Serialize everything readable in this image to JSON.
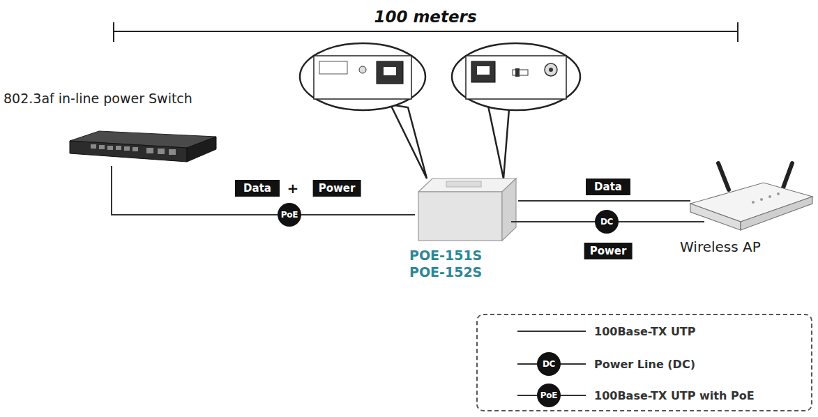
{
  "diagram": {
    "nodes": [
      {
        "text": [
          "802.3af in-line power Switch"
        ]
      },
      {
        "text": [
          "POE-151S",
          "POE-152S"
        ]
      },
      {
        "text": [
          "Wireless AP"
        ]
      }
    ],
    "edges": [
      {
        "from": 0,
        "to": 1,
        "arrow": "none",
        "label": "PoE"
      },
      {
        "from": 1,
        "to": 2,
        "arrow": "none"
      },
      {
        "from": 1,
        "to": 2,
        "arrow": "none",
        "label": "DC"
      }
    ],
    "labels": [
      "100 meters",
      "Data",
      "+",
      "Power",
      "Data",
      "Power",
      "DC",
      "PoE"
    ],
    "legend": [
      {
        "text": "100Base-TX UTP"
      },
      {
        "text": "Power Line (DC)"
      },
      {
        "text": "100Base-TX UTP with PoE"
      }
    ]
  }
}
